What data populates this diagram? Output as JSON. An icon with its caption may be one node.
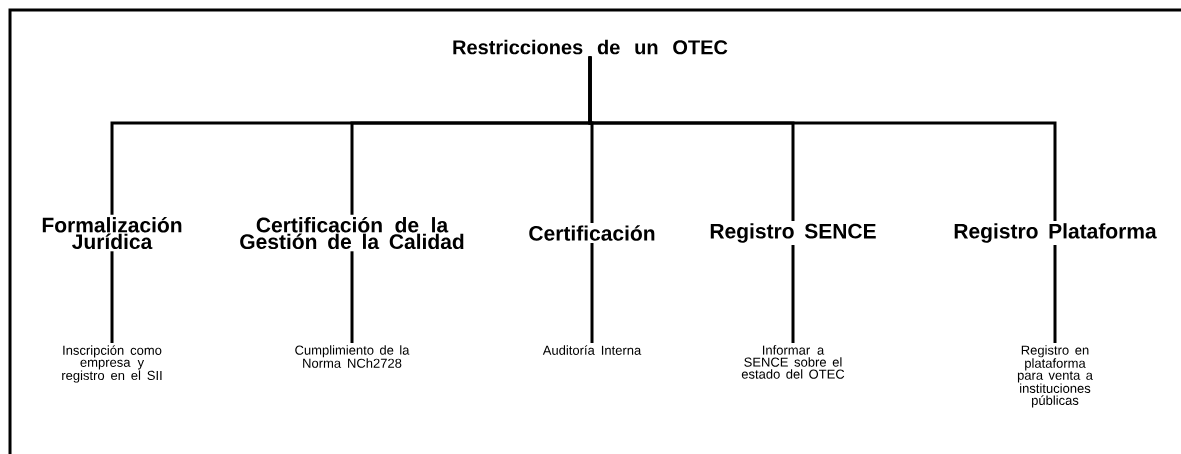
{
  "diagram": {
    "nodes": [
      {
        "text": [
          "Restricciones de un OTEC"
        ]
      },
      {
        "text": [
          "Formalización Jurídica"
        ]
      },
      {
        "text": [
          "Certificación de la Gestión de la Calidad"
        ]
      },
      {
        "text": [
          "Certificación"
        ]
      },
      {
        "text": [
          "Registro SENCE"
        ]
      },
      {
        "text": [
          "Registro Plataforma"
        ]
      },
      {
        "text": [
          "Inscripción como empresa y registro en el SII"
        ]
      },
      {
        "text": [
          "Cumplimiento de la Norma NCh2728"
        ]
      },
      {
        "text": [
          "Auditoría Interna"
        ]
      },
      {
        "text": [
          "Informar a SENCE sobre el estado del OTEC"
        ]
      },
      {
        "text": [
          "Registro en plataforma para venta a instituciones públicas"
        ]
      }
    ],
    "edges": [
      {
        "from": 0,
        "to": 1,
        "arrow": "none"
      },
      {
        "from": 0,
        "to": 2,
        "arrow": "none"
      },
      {
        "from": 0,
        "to": 3,
        "arrow": "none"
      },
      {
        "from": 0,
        "to": 4,
        "arrow": "none"
      },
      {
        "from": 0,
        "to": 5,
        "arrow": "none"
      },
      {
        "from": 1,
        "to": 6,
        "arrow": "none"
      },
      {
        "from": 2,
        "to": 7,
        "arrow": "none"
      },
      {
        "from": 3,
        "to": 8,
        "arrow": "none"
      },
      {
        "from": 4,
        "to": 9,
        "arrow": "none"
      },
      {
        "from": 5,
        "to": 10,
        "arrow": "none"
      }
    ]
  }
}
